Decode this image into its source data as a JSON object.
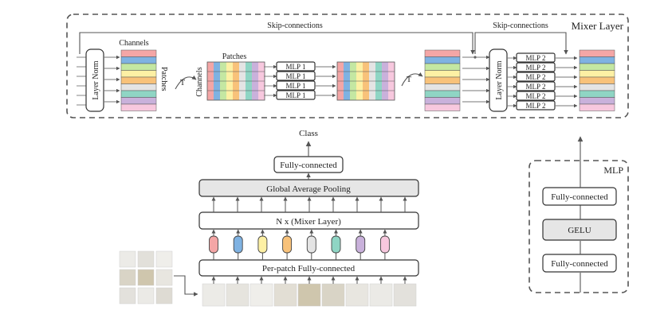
{
  "mixer_layer": {
    "title": "Mixer Layer",
    "skip_label_1": "Skip-connections",
    "skip_label_2": "Skip-connections",
    "layer_norm_1": "Layer Norm",
    "layer_norm_2": "Layer Norm",
    "channels_label_top": "Channels",
    "patches_label_side": "Patches",
    "transpose_1": "T",
    "patches_label_top": "Patches",
    "channels_label_side": "Channels",
    "mlp1_labels": [
      "MLP 1",
      "MLP 1",
      "MLP 1",
      "MLP 1"
    ],
    "transpose_2": "T",
    "mlp2_labels": [
      "MLP 2",
      "MLP 2",
      "MLP 2",
      "MLP 2",
      "MLP 2",
      "MLP 2"
    ]
  },
  "main": {
    "class_label": "Class",
    "fully_connected": "Fully-connected",
    "global_avg_pooling": "Global Average Pooling",
    "mixer_layer_stack": "N x (Mixer Layer)",
    "per_patch_fc": "Per-patch Fully-connected"
  },
  "mlp_block": {
    "title": "MLP",
    "fc_top": "Fully-connected",
    "gelu": "GELU",
    "fc_bottom": "Fully-connected"
  },
  "colors": {
    "stripes": [
      "#f4a6a6",
      "#7fb2e2",
      "#c4e7a2",
      "#fdf0a4",
      "#f8c27a",
      "#e4e4e4",
      "#8fd5c4",
      "#c9b1db",
      "#f7c8de"
    ],
    "tokens": [
      "#f4a6a6",
      "#7fb2e2",
      "#fdf0a4",
      "#f8c27a",
      "#e4e4e4",
      "#8fd5c4",
      "#c9b1db",
      "#f7c8de"
    ]
  }
}
